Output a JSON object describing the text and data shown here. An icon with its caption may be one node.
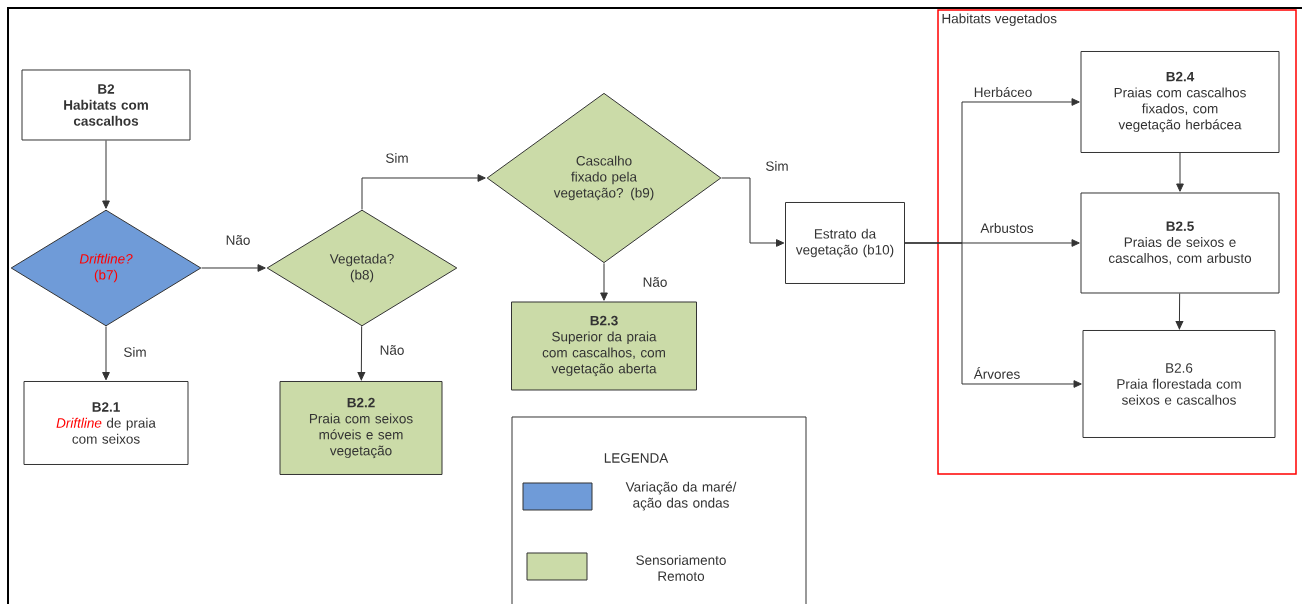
{
  "diagram": {
    "nodes": [
      {
        "text": [
          "B2",
          "Habitats com cascalhos"
        ]
      },
      {
        "text": [
          "*Driftline?* (b7)"
        ]
      },
      {
        "text": [
          "Vegetada? (b8)"
        ]
      },
      {
        "text": [
          "Cascalho fixado pela vegetação? (b9)"
        ]
      },
      {
        "text": [
          "Estrato da vegetação (b10)"
        ]
      },
      {
        "text": [
          "Habitats vegetados"
        ]
      },
      {
        "text": [
          "B2.1",
          "*Driftline* de praia com seixos"
        ]
      },
      {
        "text": [
          "B2.2",
          "Praia com seixos móveis e sem vegetação"
        ]
      },
      {
        "text": [
          "B2.3",
          "Superior da praia com cascalhos, com vegetação aberta"
        ]
      },
      {
        "text": [
          "B2.4",
          "Praias com cascalhos fixados, com vegetação herbácea"
        ],
        "in": 5
      },
      {
        "text": [
          "B2.5",
          "Praias de seixos e cascalhos, com arbusto"
        ],
        "in": 5
      },
      {
        "text": [
          "B2.6",
          "Praia florestada com seixos e cascalhos"
        ],
        "in": 5
      }
    ],
    "edges": [
      {
        "from": 0,
        "to": 1,
        "arrow": "to"
      },
      {
        "from": 1,
        "to": 2,
        "arrow": "to",
        "label": "Não"
      },
      {
        "from": 1,
        "to": 6,
        "arrow": "to",
        "label": "Sim"
      },
      {
        "from": 2,
        "to": 3,
        "arrow": "to",
        "label": "Sim"
      },
      {
        "from": 2,
        "to": 7,
        "arrow": "to",
        "label": "Não"
      },
      {
        "from": 3,
        "to": 8,
        "arrow": "to",
        "label": "Não"
      },
      {
        "from": 3,
        "to": 4,
        "arrow": "to",
        "label": "Sim"
      },
      {
        "from": 4,
        "to": 9,
        "arrow": "to",
        "label": "Herbáceo"
      },
      {
        "from": 4,
        "to": 10,
        "arrow": "to",
        "label": "Arbustos"
      },
      {
        "from": 4,
        "to": 11,
        "arrow": "to",
        "label": "Árvores"
      },
      {
        "from": 9,
        "to": 10,
        "arrow": "to"
      },
      {
        "from": 10,
        "to": 11,
        "arrow": "to"
      }
    ],
    "labels": [
      "LEGENDA"
    ],
    "legend": [
      {
        "text": "Variação da maré/ ação das ondas",
        "color": "#6f9bd8"
      },
      {
        "text": "Sensoriamento Remoto",
        "color": "#cbdba8"
      }
    ]
  }
}
